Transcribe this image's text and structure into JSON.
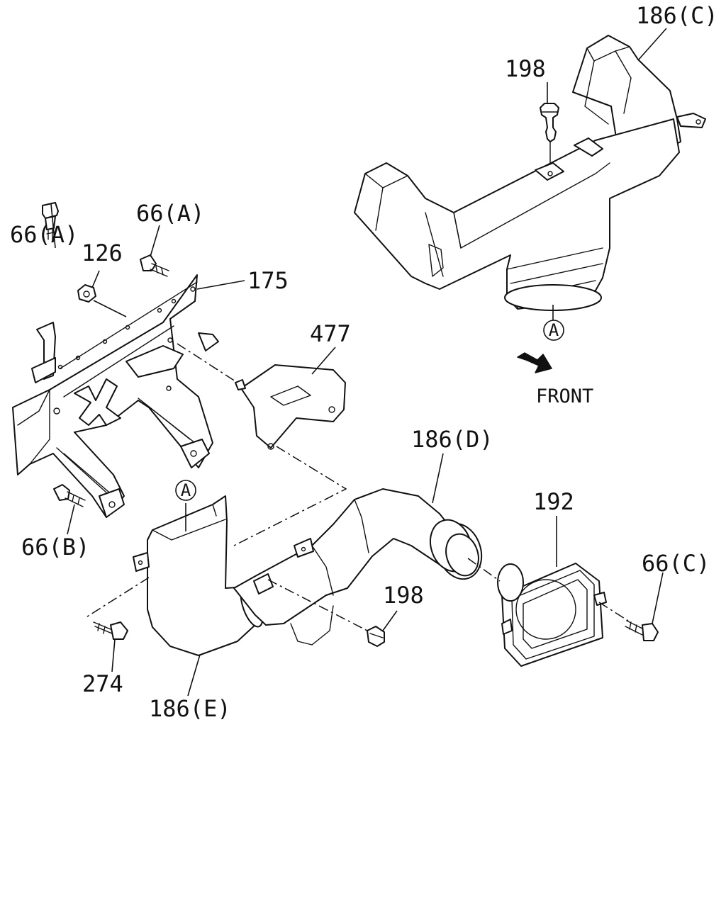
{
  "labels": {
    "p186c": "186(C)",
    "p198_top": "198",
    "p66a_left": "66(A)",
    "p66a_mid": "66(A)",
    "p126": "126",
    "p175": "175",
    "p477": "477",
    "p186d": "186(D)",
    "p192": "192",
    "p66c": "66(C)",
    "p66b": "66(B)",
    "p198_bottom": "198",
    "p274": "274",
    "p186e": "186(E)",
    "ref_a_top": "A",
    "ref_a_bottom": "A",
    "front": "FRONT"
  },
  "icons": {
    "front_arrow": "front-arrow-icon"
  },
  "colors": {
    "line": "#111111",
    "background": "#ffffff"
  }
}
